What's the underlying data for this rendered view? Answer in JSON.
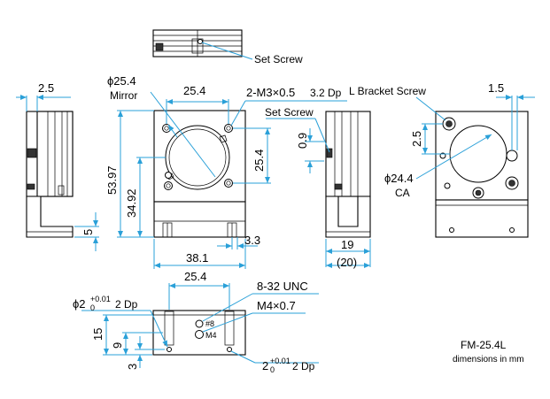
{
  "model": "FM-25.4L",
  "units_note": "dimensions in mm",
  "callouts": {
    "set_screw_top": "Set Screw",
    "set_screw_side": "Set Screw",
    "l_bracket_screw": "L Bracket Screw",
    "mirror_dia": "ϕ25.4",
    "mirror_label": "Mirror",
    "tap_holes": "2-M3×0.5",
    "tap_depth": "3.2 Dp",
    "ca_dia": "ϕ24.4",
    "ca_label": "CA",
    "unc": "8-32 UNC",
    "m4": "M4×0.7",
    "pin_left_dia": "ϕ2",
    "pin_left_tol_up": "+0.01",
    "pin_left_tol_low": "0",
    "pin_left_depth": "2 Dp",
    "pin_right_dia": "2",
    "pin_right_tol_up": "+0.01",
    "pin_right_tol_low": "0",
    "pin_right_depth": "2 Dp",
    "mark_8": "#8",
    "mark_m4": "M4"
  },
  "dimensions": {
    "side_left_width": "2.5",
    "front_width_top": "25.4",
    "front_height_total": "53.97",
    "front_height_center": "34.92",
    "front_right_height": "25.4",
    "front_bottom_width": "38.1",
    "front_bottom_small": "3.3",
    "side_left_base": "5",
    "side_right_gap": "0.9",
    "side_right_depth": "19",
    "side_right_depth_ref": "(20)",
    "back_offset_h": "1.5",
    "back_offset_v": "2.5",
    "bottom_width": "25.4",
    "bottom_height": "15",
    "bottom_mid": "9",
    "bottom_low": "3"
  }
}
